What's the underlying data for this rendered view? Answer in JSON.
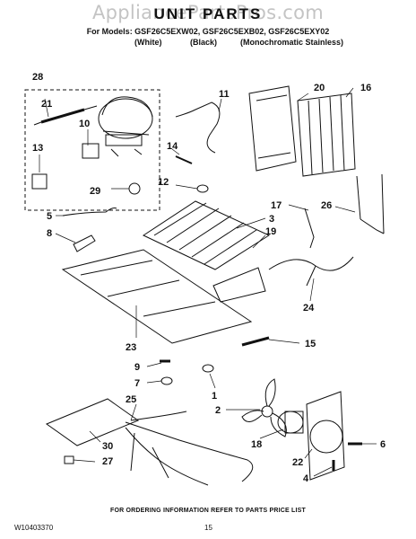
{
  "watermark": "AppliancePartsPros.com",
  "title": "UNIT PARTS",
  "models_line": "For Models: GSF26C5EXW02, GSF26C5EXB02, GSF26C5EXY02",
  "variants": [
    "(White)",
    "(Black)",
    "(Monochromatic Stainless)"
  ],
  "callouts": [
    "28",
    "21",
    "10",
    "13",
    "29",
    "11",
    "20",
    "16",
    "14",
    "12",
    "3",
    "19",
    "17",
    "26",
    "5",
    "8",
    "24",
    "23",
    "15",
    "9",
    "7",
    "1",
    "2",
    "25",
    "18",
    "6",
    "22",
    "30",
    "27",
    "4"
  ],
  "footer": {
    "document_id": "W10403370",
    "page": "15",
    "note": "FOR ORDERING INFORMATION REFER TO PARTS PRICE LIST"
  }
}
